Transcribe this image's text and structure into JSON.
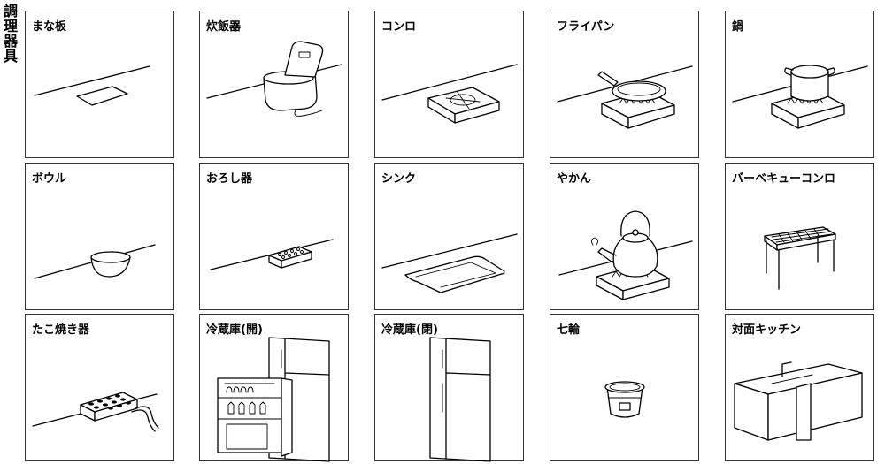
{
  "page": {
    "side_title": [
      "調",
      "理",
      "器",
      "具"
    ]
  },
  "cards": [
    {
      "id": "cutting-board",
      "label": "まな板"
    },
    {
      "id": "rice-cooker",
      "label": "炊飯器"
    },
    {
      "id": "stove",
      "label": "コンロ"
    },
    {
      "id": "frying-pan",
      "label": "フライパン"
    },
    {
      "id": "pot",
      "label": "鍋"
    },
    {
      "id": "bowl",
      "label": "ボウル"
    },
    {
      "id": "grater",
      "label": "おろし器"
    },
    {
      "id": "sink",
      "label": "シンク"
    },
    {
      "id": "kettle",
      "label": "やかん"
    },
    {
      "id": "bbq-stove",
      "label": "バーベキューコンロ"
    },
    {
      "id": "takoyaki-maker",
      "label": "たこ焼き器"
    },
    {
      "id": "fridge-open",
      "label": "冷蔵庫(開)"
    },
    {
      "id": "fridge-closed",
      "label": "冷蔵庫(閉)"
    },
    {
      "id": "shichirin",
      "label": "七輪"
    },
    {
      "id": "island-kitchen",
      "label": "対面キッチン"
    }
  ]
}
